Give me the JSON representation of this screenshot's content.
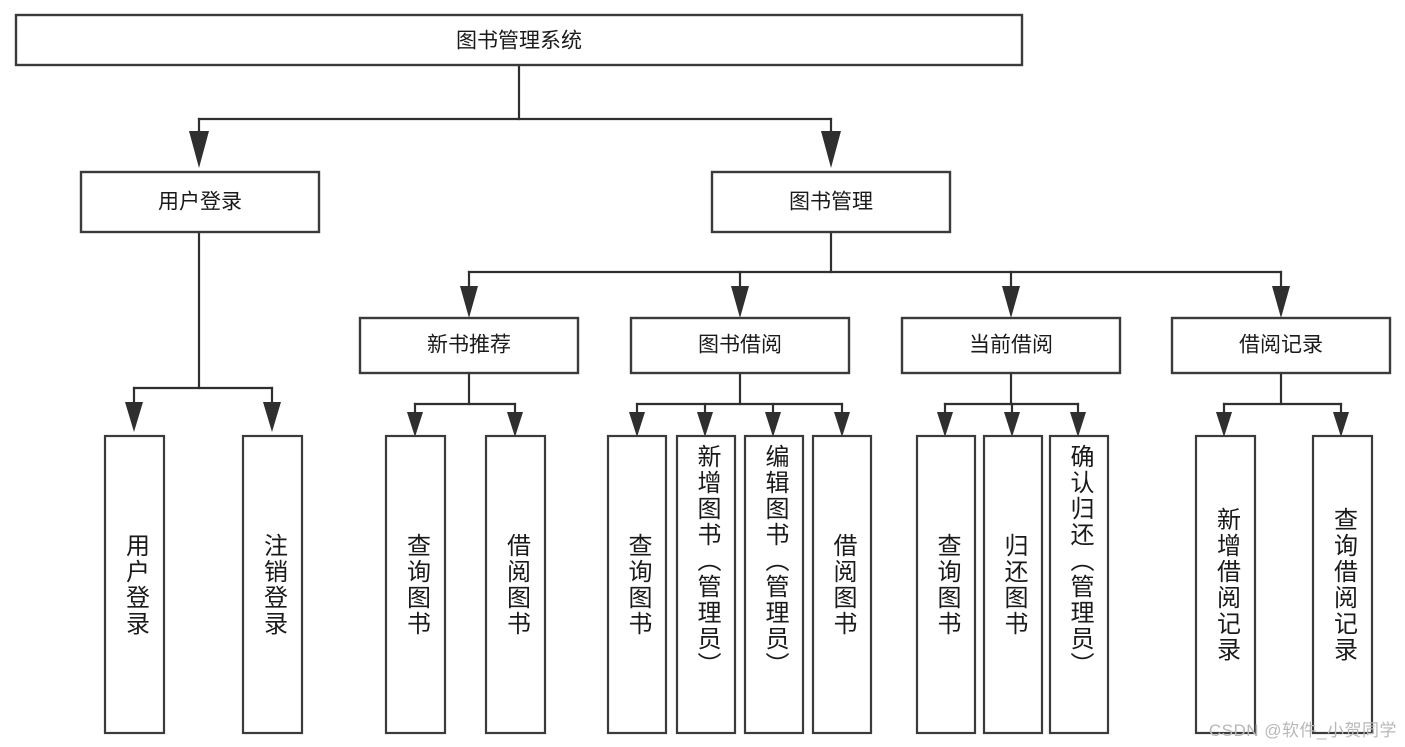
{
  "diagram": {
    "title": "图书管理系统",
    "type": "hierarchy-tree",
    "root": {
      "id": "root",
      "label": "图书管理系统",
      "orientation": "horizontal"
    },
    "level1": [
      {
        "id": "user-login",
        "label": "用户登录",
        "orientation": "horizontal"
      },
      {
        "id": "book-management",
        "label": "图书管理",
        "orientation": "horizontal"
      }
    ],
    "level2": [
      {
        "id": "new-book-recommend",
        "label": "新书推荐",
        "parent": "book-management",
        "orientation": "horizontal"
      },
      {
        "id": "book-borrow",
        "label": "图书借阅",
        "parent": "book-management",
        "orientation": "horizontal"
      },
      {
        "id": "current-borrow",
        "label": "当前借阅",
        "parent": "book-management",
        "orientation": "horizontal"
      },
      {
        "id": "borrow-record",
        "label": "借阅记录",
        "parent": "book-management",
        "orientation": "horizontal"
      }
    ],
    "leaves": [
      {
        "id": "leaf-user-login",
        "label": "用户登录",
        "parent": "user-login",
        "orientation": "vertical"
      },
      {
        "id": "leaf-logout-login",
        "label": "注销登录",
        "parent": "user-login",
        "orientation": "vertical"
      },
      {
        "id": "leaf-query-book-1",
        "label": "查询图书",
        "parent": "new-book-recommend",
        "orientation": "vertical"
      },
      {
        "id": "leaf-borrow-book-1",
        "label": "借阅图书",
        "parent": "new-book-recommend",
        "orientation": "vertical"
      },
      {
        "id": "leaf-query-book-2",
        "label": "查询图书",
        "parent": "book-borrow",
        "orientation": "vertical"
      },
      {
        "id": "leaf-add-book",
        "label": "新增图书（管理员）",
        "parent": "book-borrow",
        "orientation": "vertical"
      },
      {
        "id": "leaf-edit-book",
        "label": "编辑图书（管理员）",
        "parent": "book-borrow",
        "orientation": "vertical"
      },
      {
        "id": "leaf-borrow-book-2",
        "label": "借阅图书",
        "parent": "book-borrow",
        "orientation": "vertical"
      },
      {
        "id": "leaf-query-book-3",
        "label": "查询图书",
        "parent": "current-borrow",
        "orientation": "vertical"
      },
      {
        "id": "leaf-return-book",
        "label": "归还图书",
        "parent": "current-borrow",
        "orientation": "vertical"
      },
      {
        "id": "leaf-confirm-return",
        "label": "确认归还（管理员）",
        "parent": "current-borrow",
        "orientation": "vertical"
      },
      {
        "id": "leaf-add-record",
        "label": "新增借阅记录",
        "parent": "borrow-record",
        "orientation": "vertical"
      },
      {
        "id": "leaf-query-record",
        "label": "查询借阅记录",
        "parent": "borrow-record",
        "orientation": "vertical"
      }
    ],
    "colors": {
      "box_stroke": "#3b3b3b",
      "box_fill": "#ffffff",
      "edge": "#2f2f2f",
      "text": "#1a1a1a",
      "watermark": "#b8b8b8",
      "background": "#ffffff"
    }
  },
  "watermark": {
    "text": "CSDN @软件_小贺同学"
  }
}
